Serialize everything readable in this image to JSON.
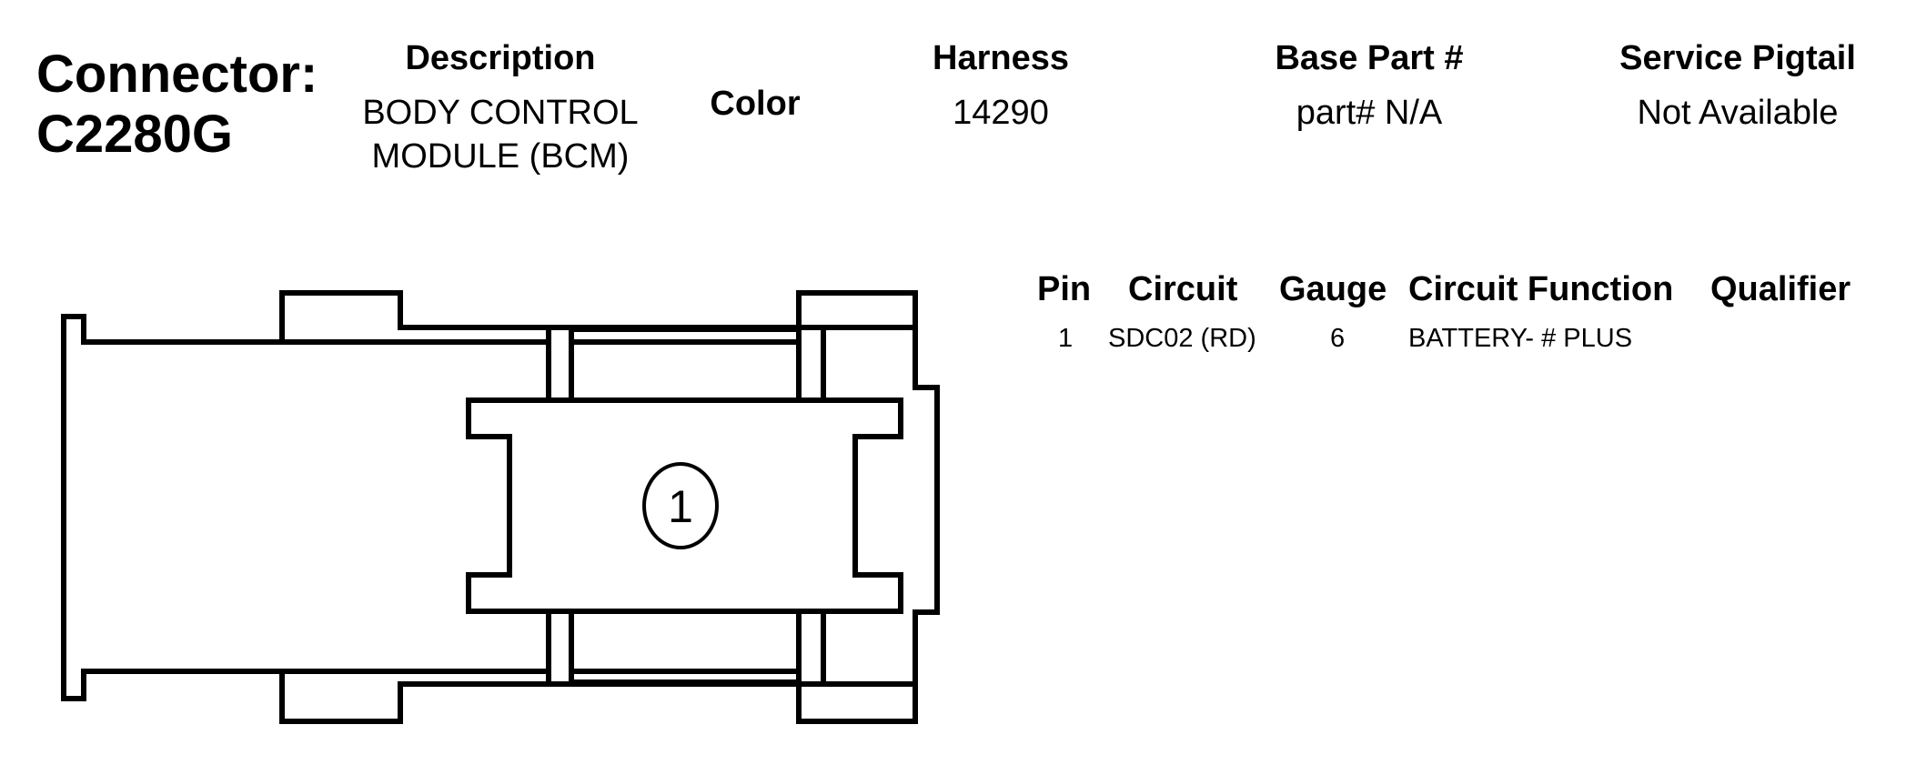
{
  "connector": {
    "label": "Connector:",
    "id": "C2280G"
  },
  "header": {
    "description_label": "Description",
    "description_line1": "BODY CONTROL",
    "description_line2": "MODULE (BCM)",
    "color_label": "Color",
    "harness_label": "Harness",
    "harness_value": "14290",
    "base_part_label": "Base Part #",
    "base_part_value": "part# N/A",
    "pigtail_label": "Service Pigtail",
    "pigtail_value": "Not Available"
  },
  "pin_table": {
    "columns": {
      "pin": "Pin",
      "circuit": "Circuit",
      "gauge": "Gauge",
      "function": "Circuit Function",
      "qualifier": "Qualifier"
    },
    "rows": [
      {
        "pin": "1",
        "circuit": "SDC02 (RD)",
        "gauge": "6",
        "function": "BATTERY- # PLUS",
        "qualifier": ""
      }
    ]
  },
  "diagram": {
    "pin_label": "1"
  }
}
